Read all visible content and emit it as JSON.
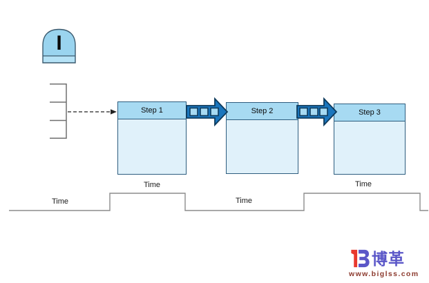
{
  "inventory": {
    "label": "I"
  },
  "process_boxes": [
    {
      "label": "Step 1",
      "time_label": "Time"
    },
    {
      "label": "Step 2"
    },
    {
      "label": "Step 3",
      "time_label": "Time"
    }
  ],
  "timeline": {
    "labels": [
      "Time",
      "Time"
    ]
  },
  "watermark": {
    "brand": "博革",
    "url": "www.biglss.com"
  },
  "colors": {
    "box_header": "#a7daf2",
    "box_body": "#e0f1fa",
    "box_border": "#2c5c7e",
    "arrow_fill": "#1b76bd",
    "arrow_border": "#0d3a5c",
    "arrow_square": "#a7daf2",
    "dome_fill": "#9ad4ef",
    "dome_base": "#b5e2f6",
    "dome_border": "#3c5a6e",
    "timeline_line": "#8c8c8c",
    "comb_line": "#6f6f6f",
    "logo_red": "#e8392e",
    "logo_blue": "#5b57c8",
    "url_color": "#8c3a2e"
  }
}
